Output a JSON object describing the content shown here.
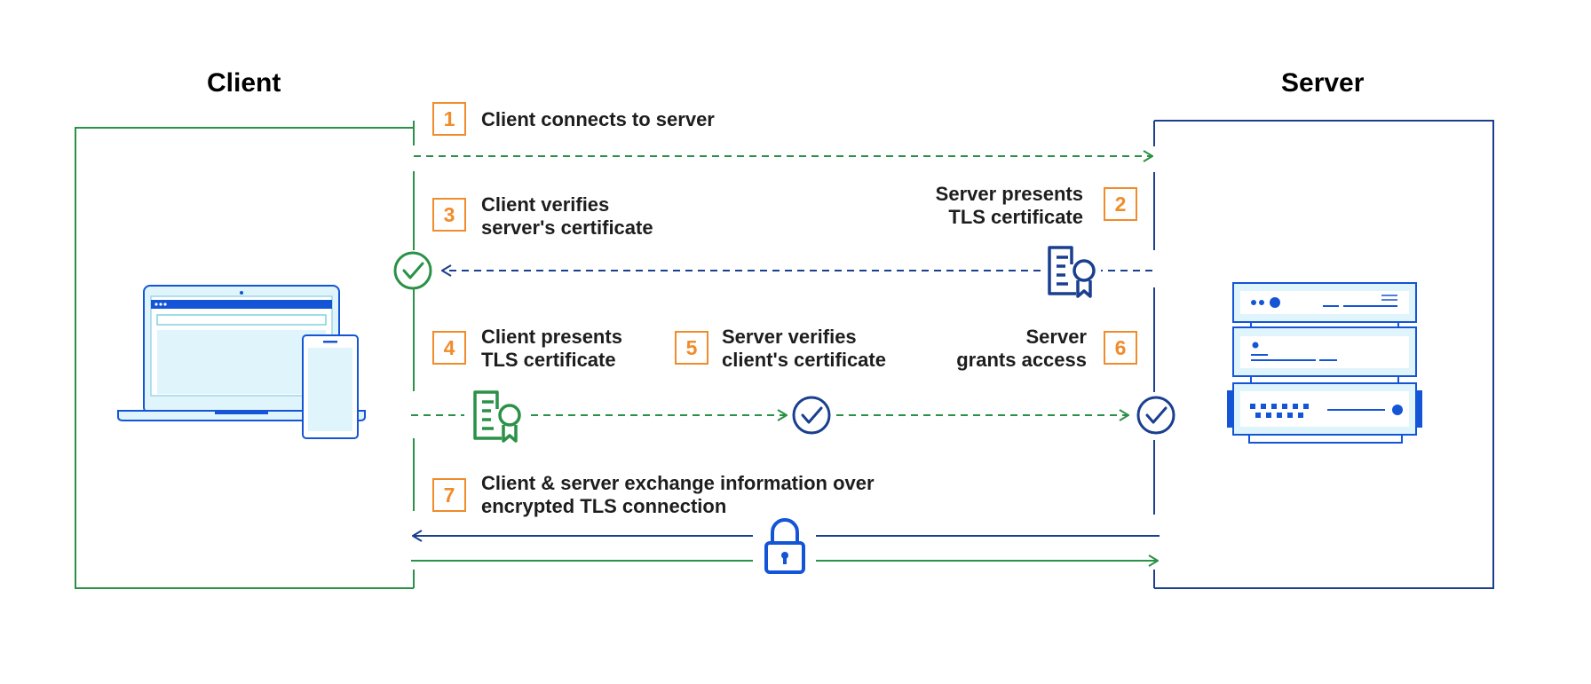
{
  "client_title": "Client",
  "server_title": "Server",
  "steps": [
    {
      "number": "1",
      "text": "Client connects to server"
    },
    {
      "number": "2",
      "text": "Server presents\nTLS certificate"
    },
    {
      "number": "3",
      "text": "Client verifies\nserver's certificate"
    },
    {
      "number": "4",
      "text": "Client presents\nTLS certificate"
    },
    {
      "number": "5",
      "text": "Server verifies\nclient's certificate"
    },
    {
      "number": "6",
      "text": "Server\ngrants access"
    },
    {
      "number": "7",
      "text": "Client & server exchange information over\nencrypted TLS connection"
    }
  ],
  "colors": {
    "client_green": "#2a9147",
    "server_blue": "#1a3f8f",
    "accent_blue": "#1355d6",
    "step_orange": "#f08c2b",
    "device_fill": "#dff4fb"
  },
  "icons": {
    "client_device": "laptop-phone-icon",
    "server_device": "server-rack-icon",
    "server_certificate": "certificate-icon",
    "client_certificate": "certificate-icon",
    "verify": "check-circle-icon",
    "encryption": "lock-icon"
  }
}
